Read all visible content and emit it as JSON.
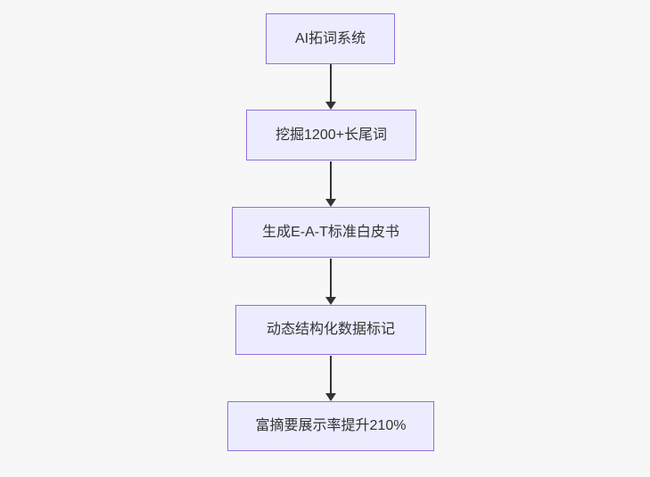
{
  "diagram": {
    "type": "flowchart",
    "direction": "top-down",
    "nodes": [
      {
        "id": "node-1",
        "label": "AI拓词系统"
      },
      {
        "id": "node-2",
        "label": "挖掘1200+长尾词"
      },
      {
        "id": "node-3",
        "label": "生成E-A-T标准白皮书"
      },
      {
        "id": "node-4",
        "label": "动态结构化数据标记"
      },
      {
        "id": "node-5",
        "label": "富摘要展示率提升210%"
      }
    ],
    "edges": [
      {
        "from": "node-1",
        "to": "node-2",
        "style": "arrow-down"
      },
      {
        "from": "node-2",
        "to": "node-3",
        "style": "arrow-down"
      },
      {
        "from": "node-3",
        "to": "node-4",
        "style": "arrow-down"
      },
      {
        "from": "node-4",
        "to": "node-5",
        "style": "arrow-down"
      }
    ],
    "colors": {
      "node_fill": "#ECECFF",
      "node_border": "#9370DB",
      "edge_line": "#333333",
      "text": "#333333",
      "background": "#F7F7F7"
    }
  }
}
